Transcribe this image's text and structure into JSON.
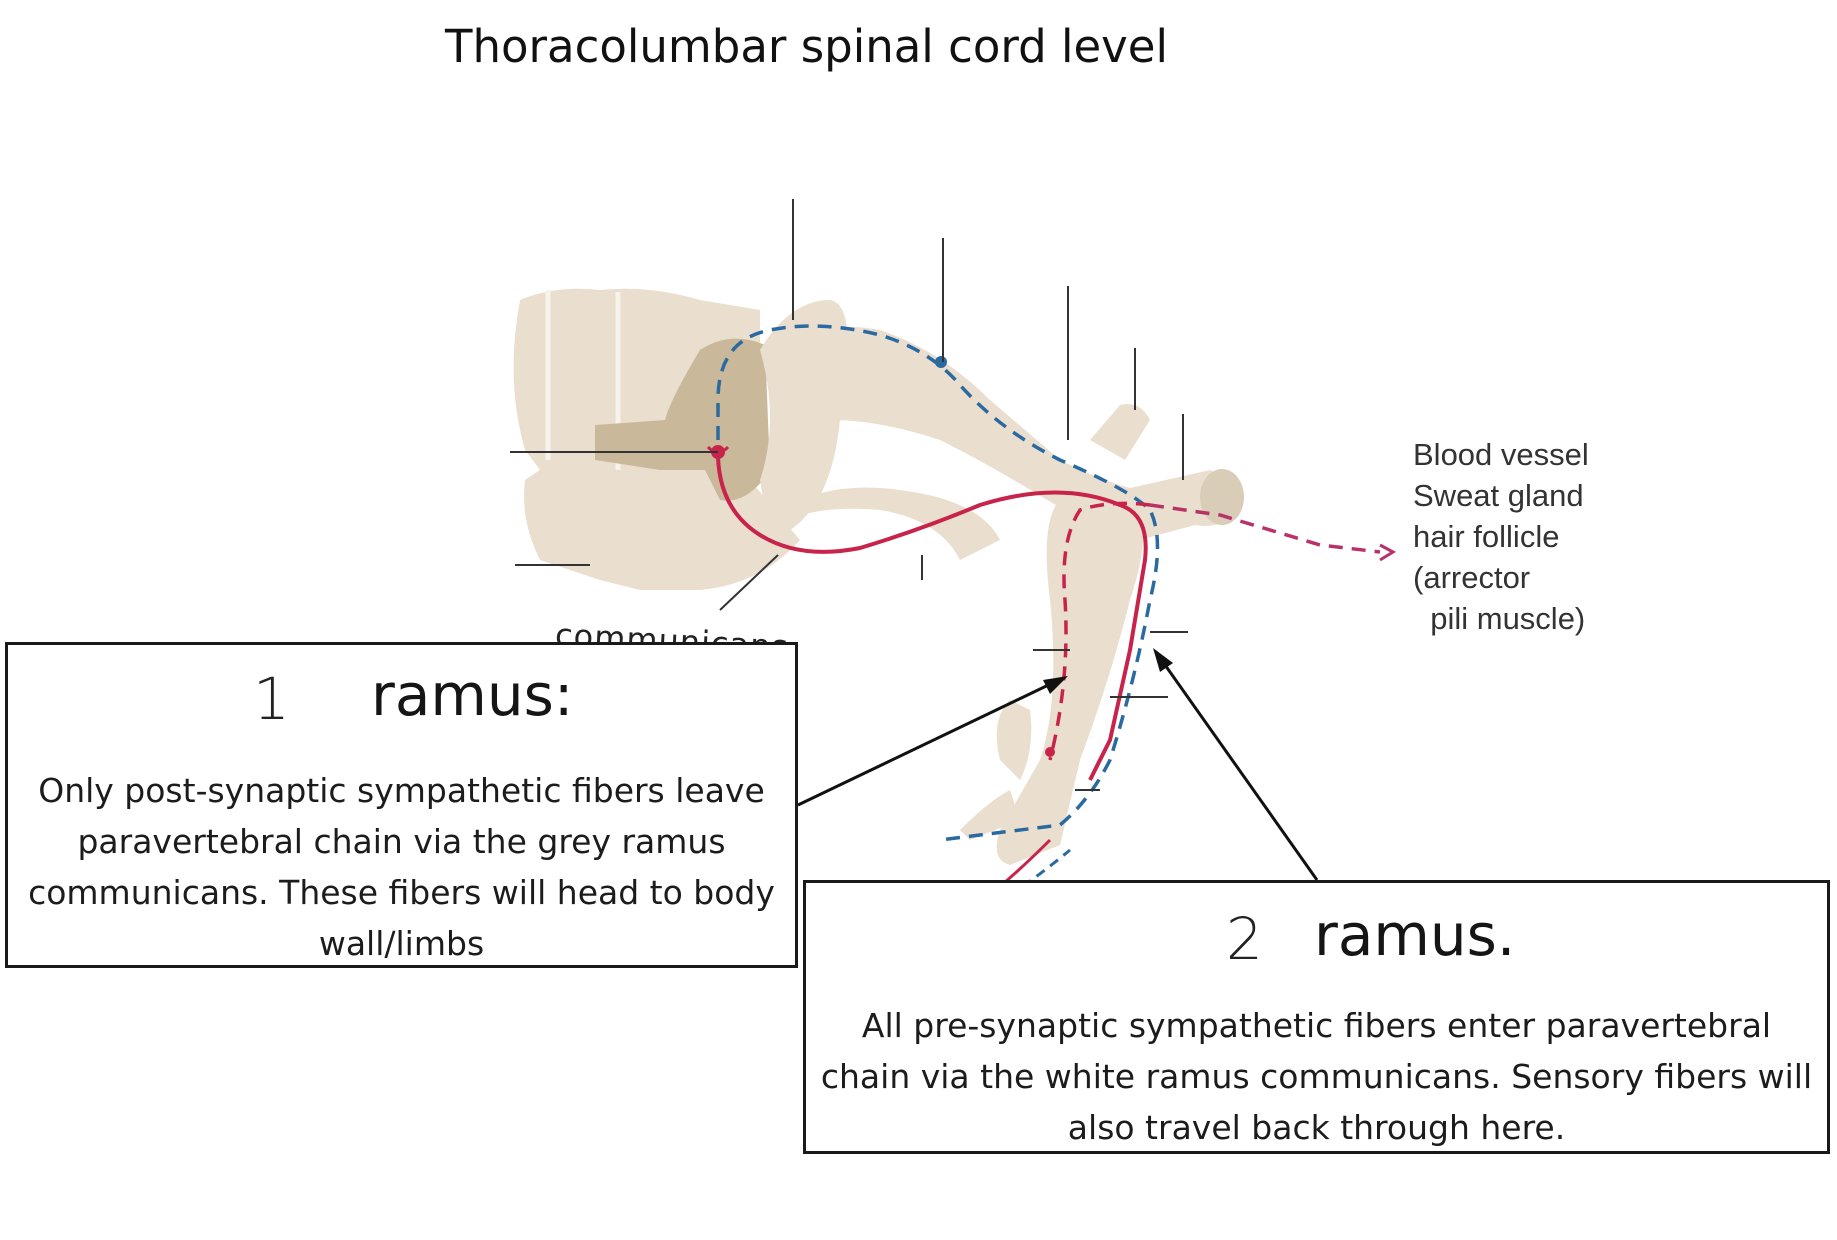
{
  "title": "Thoracolumbar spinal cord level",
  "target_label": {
    "lines": [
      "Blood vessel",
      "Sweat gland",
      "hair follicle",
      "(arrector",
      "  pili muscle)"
    ]
  },
  "box1": {
    "number": "1",
    "heading": "ramus:",
    "handwritten_note": "communicans",
    "body": "Only post-synaptic sympathetic fibers leave paravertebral chain via the grey ramus communicans. These fibers will head to body wall/limbs"
  },
  "box2": {
    "number": "2",
    "heading": "ramus.",
    "body": "All pre-synaptic sympathetic fibers enter paravertebral chain via the white ramus communicans. Sensory fibers will also travel back through here."
  },
  "colors": {
    "tissue": "#eadfcf",
    "grey_matter": "#c9b89a",
    "motor_fiber": "#c8234a",
    "sensory_fiber": "#2b6aa0",
    "post_fiber": "#b8326a"
  }
}
